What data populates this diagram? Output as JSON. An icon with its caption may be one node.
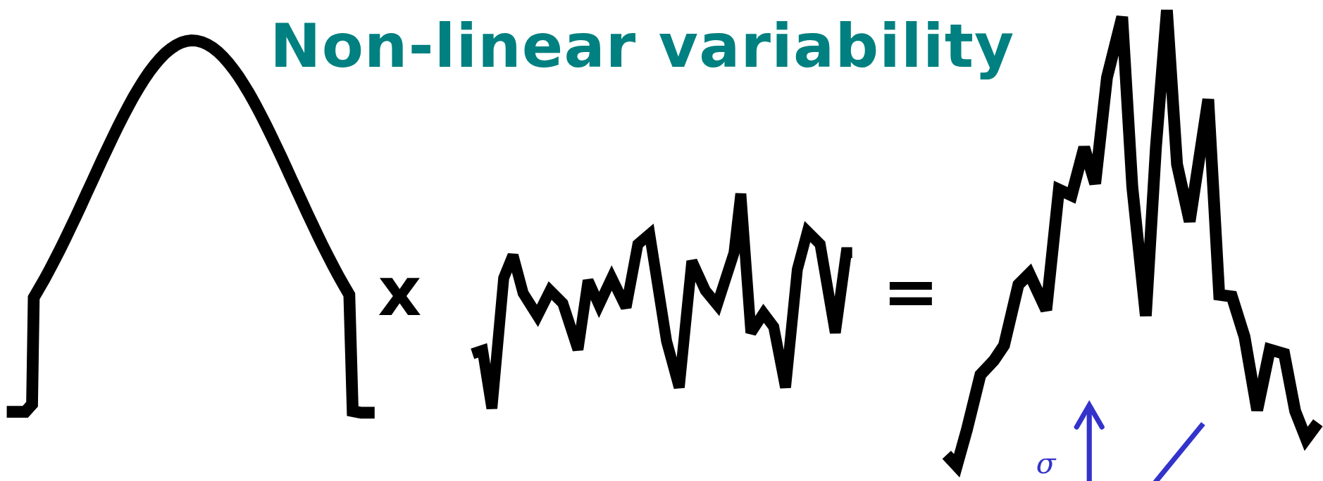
{
  "diagram": {
    "title": "Non-linear variability",
    "labels": [
      "x",
      "=",
      "σ"
    ]
  }
}
